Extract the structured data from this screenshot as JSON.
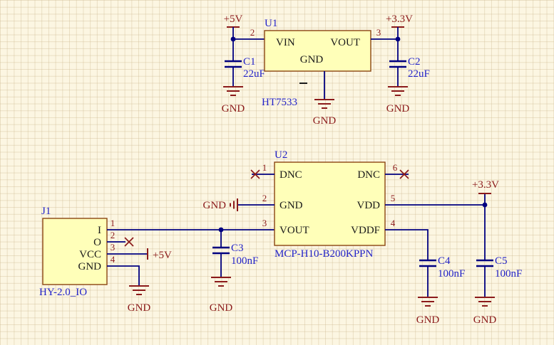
{
  "schematic": {
    "u1": {
      "designator": "U1",
      "part": "HT7533",
      "pin_vin": "VIN",
      "pin_vin_num": "2",
      "pin_vout": "VOUT",
      "pin_vout_num": "3",
      "pin_gnd": "GND"
    },
    "u2": {
      "designator": "U2",
      "part": "MCP-H10-B200KPPN",
      "pin1_name": "DNC",
      "pin1_num": "1",
      "pin2_name": "GND",
      "pin2_num": "2",
      "pin3_name": "VOUT",
      "pin3_num": "3",
      "pin4_name": "VDDF",
      "pin4_num": "4",
      "pin5_name": "VDD",
      "pin5_num": "5",
      "pin6_name": "DNC",
      "pin6_num": "6"
    },
    "j1": {
      "designator": "J1",
      "part": "HY-2.0_IO",
      "pin1_name": "I",
      "pin1_num": "1",
      "pin2_name": "O",
      "pin2_num": "2",
      "pin3_name": "VCC",
      "pin3_num": "3",
      "pin4_name": "GND",
      "pin4_num": "4"
    },
    "c1": {
      "designator": "C1",
      "value": "22uF"
    },
    "c2": {
      "designator": "C2",
      "value": "22uF"
    },
    "c3": {
      "designator": "C3",
      "value": "100nF"
    },
    "c4": {
      "designator": "C4",
      "value": "100nF"
    },
    "c5": {
      "designator": "C5",
      "value": "100nF"
    },
    "power": {
      "p5v_u1": "+5V",
      "p3v3_u1": "+3.3V",
      "p5v_j1": "+5V",
      "p3v3_u2": "+3.3V"
    },
    "gnd": {
      "c1": "GND",
      "u1": "GND",
      "c2": "GND",
      "u2_pin2": "GND",
      "j1": "GND",
      "c3": "GND",
      "c4": "GND",
      "c5": "GND"
    }
  },
  "colors": {
    "wire": "#000080",
    "component_fill": "#FFFFB9",
    "component_border": "#8B4513",
    "net_text": "#8B1A1A",
    "designator_text": "#2323C8",
    "pin_name_text": "#1A1A1A",
    "background": "#FCF6E2"
  }
}
